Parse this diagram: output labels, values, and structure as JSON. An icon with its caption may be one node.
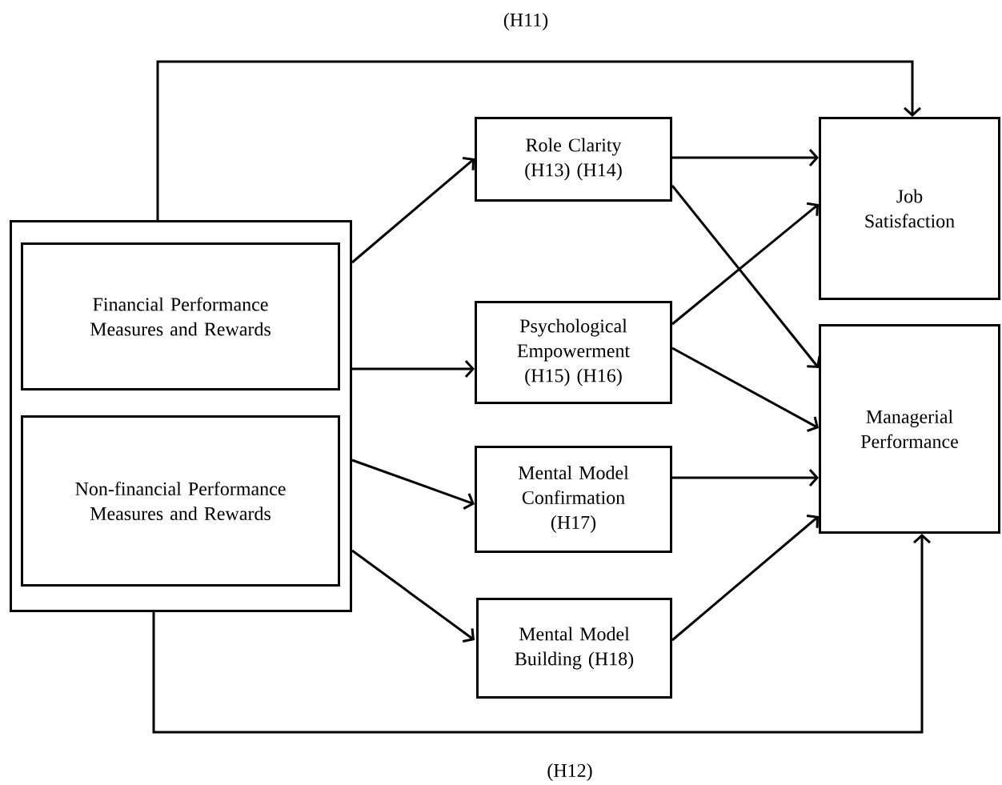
{
  "diagram": {
    "nodes": [
      {
        "text": [],
        "shape": "box"
      },
      {
        "text": [
          "Financial Performance Measures and Rewards"
        ],
        "in": 0
      },
      {
        "text": [
          "Non-financial Performance Measures and Rewards"
        ],
        "in": 0
      },
      {
        "text": [
          "Role Clarity (H13) (H14)"
        ]
      },
      {
        "text": [
          "Psychological Empowerment (H15) (H16)"
        ]
      },
      {
        "text": [
          "Mental Model Confirmation (H17)"
        ]
      },
      {
        "text": [
          "Mental Model Building (H18)"
        ]
      },
      {
        "text": [
          "Job Satisfaction"
        ]
      },
      {
        "text": [
          "Managerial Performance"
        ]
      }
    ],
    "edges": [
      {
        "from": 0,
        "to": 7,
        "arrow": "to",
        "label": "(H11)"
      },
      {
        "from": 0,
        "to": 3,
        "arrow": "to"
      },
      {
        "from": 0,
        "to": 4,
        "arrow": "to"
      },
      {
        "from": 0,
        "to": 5,
        "arrow": "to"
      },
      {
        "from": 0,
        "to": 6,
        "arrow": "to"
      },
      {
        "from": 3,
        "to": 7,
        "arrow": "to"
      },
      {
        "from": 3,
        "to": 8,
        "arrow": "to"
      },
      {
        "from": 4,
        "to": 7,
        "arrow": "to"
      },
      {
        "from": 4,
        "to": 8,
        "arrow": "to"
      },
      {
        "from": 5,
        "to": 8,
        "arrow": "to"
      },
      {
        "from": 6,
        "to": 8,
        "arrow": "to"
      },
      {
        "from": 0,
        "to": 8,
        "arrow": "to",
        "label": "(H12)"
      }
    ]
  }
}
